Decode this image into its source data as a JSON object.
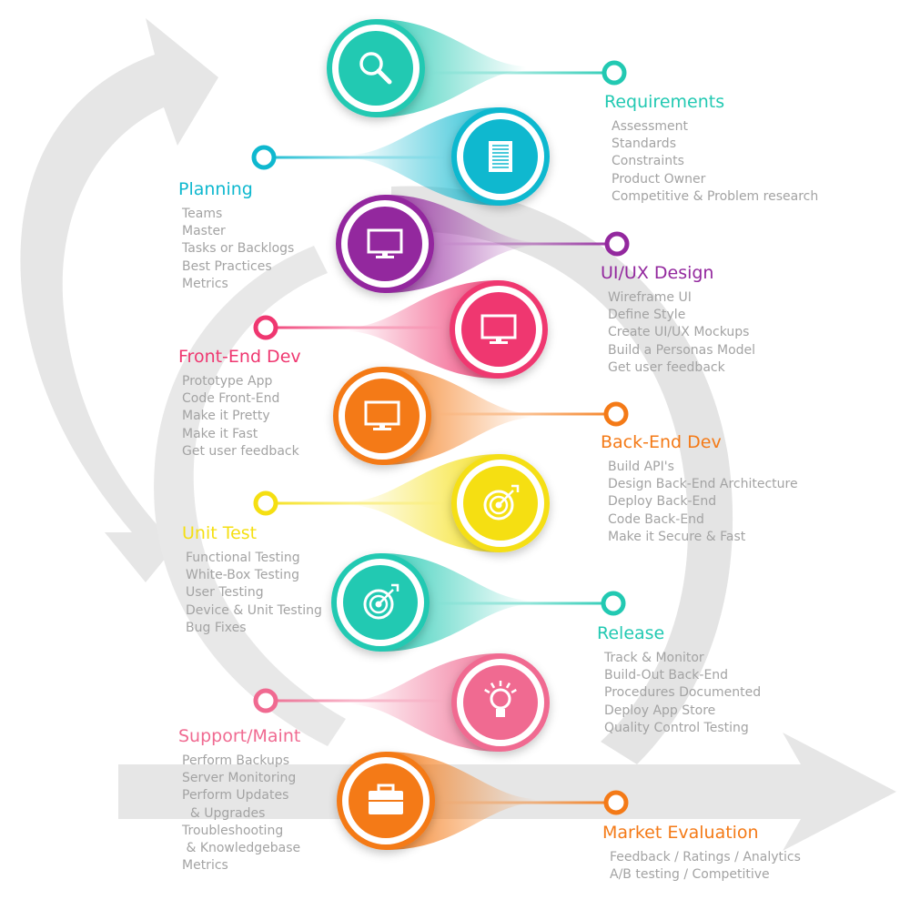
{
  "colors": {
    "teal": "#22c9b2",
    "cyan": "#0fb8cf",
    "purple": "#93289e",
    "pink": "#ef3770",
    "orange": "#f47a17",
    "yellow": "#f5df12",
    "light_pink": "#f06a91",
    "gray_arrow": "#e6e6e6",
    "item_text": "#a3a3a3"
  },
  "stages": [
    {
      "id": "requirements",
      "title": "Requirements",
      "color": "#22c9b2",
      "side": "right",
      "icon": "magnifier-icon",
      "items": [
        "Assessment",
        "Standards",
        "Constraints",
        "Product Owner",
        "Competitive & Problem research"
      ]
    },
    {
      "id": "planning",
      "title": "Planning",
      "color": "#0fb8cf",
      "side": "left",
      "icon": "document-icon",
      "items": [
        "Teams",
        "Master",
        "Tasks or Backlogs",
        "Best Practices",
        "Metrics"
      ]
    },
    {
      "id": "ui-ux-design",
      "title": "UI/UX Design",
      "color": "#93289e",
      "side": "right",
      "icon": "monitor-icon",
      "items": [
        "Wireframe UI",
        "Define Style",
        "Create UI/UX Mockups",
        "Build a Personas Model",
        "Get user feedback"
      ]
    },
    {
      "id": "front-end-dev",
      "title": "Front-End Dev",
      "color": "#ef3770",
      "side": "left",
      "icon": "monitor-icon",
      "items": [
        "Prototype App",
        "Code Front-End",
        "Make it Pretty",
        "Make it Fast",
        "Get user feedback"
      ]
    },
    {
      "id": "back-end-dev",
      "title": "Back-End Dev",
      "color": "#f47a17",
      "side": "right",
      "icon": "monitor-icon",
      "items": [
        "Build API's",
        "Design Back-End Architecture",
        "Deploy Back-End",
        "Code Back-End",
        "Make it Secure & Fast"
      ]
    },
    {
      "id": "unit-test",
      "title": "Unit Test",
      "color": "#f5df12",
      "side": "left",
      "icon": "target-icon",
      "items": [
        "Functional Testing",
        "White-Box Testing",
        "User Testing",
        "Device & Unit Testing",
        "Bug Fixes"
      ]
    },
    {
      "id": "release",
      "title": "Release",
      "color": "#22c9b2",
      "side": "right",
      "icon": "target-icon",
      "items": [
        "Track & Monitor",
        "Build-Out Back-End",
        "Procedures Documented",
        "Deploy App Store",
        "Quality Control Testing"
      ]
    },
    {
      "id": "support-maint",
      "title": "Support/Maint",
      "color": "#f06a91",
      "side": "left",
      "icon": "lightbulb-icon",
      "items": [
        "Perform Backups",
        "Server Monitoring",
        "Perform Updates",
        "  & Upgrades",
        "Troubleshooting",
        " & Knowledgebase",
        "Metrics"
      ]
    },
    {
      "id": "market-evaluation",
      "title": "Market Evaluation",
      "color": "#f47a17",
      "side": "right",
      "icon": "briefcase-icon",
      "items": [
        "Feedback / Ratings / Analytics",
        "A/B testing / Competitive"
      ]
    }
  ]
}
